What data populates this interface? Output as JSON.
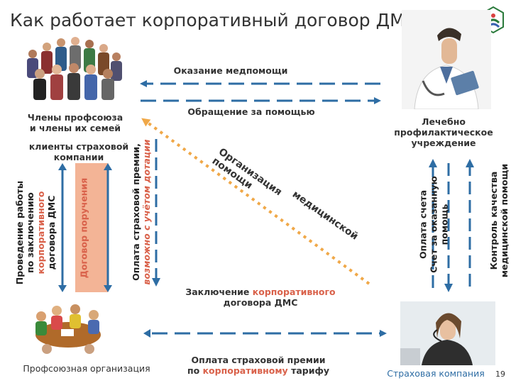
{
  "title": "Как работает корпоративный договор ДМС?",
  "labels": {
    "medical_help": "Оказание медпомощи",
    "request_help": "Обращение за помощью",
    "members_line1": "Члены профсоюза",
    "members_line2": "и члены их семей",
    "clients_line1": "клиенты страховой",
    "clients_line2": "компании",
    "clinic_line1": "Лечебно",
    "clinic_line2": "профилактическое",
    "clinic_line3": "учреждение",
    "organization_line1": "Организация",
    "organization_line2": "помощи",
    "organization_line3": "медицинской",
    "conclusion_prefix": "Заключение",
    "conclusion_highlight": "корпоративного",
    "conclusion_line2": "договора ДМС",
    "premium_line1": "Оплата страховой премии",
    "premium_prefix": "по",
    "premium_highlight": "корпоративному",
    "premium_suffix": "тарифу",
    "union_org": "Профсоюзная организация",
    "insurance_company": "Страховая компания",
    "page_number": "19",
    "vert_work_line1": "Проведение работы",
    "vert_work_line2": "по заключению",
    "vert_work_line3": "корпоративного",
    "vert_work_line4": "договора ДМС",
    "vert_assignment": "Договор поручения",
    "vert_premium_line1": "Оплата страховой премии,",
    "vert_premium_line2": "возможно с учётом дотации",
    "vert_invoice_line1": "Оплата счета",
    "vert_invoice_line2": "Счет за оказанную",
    "vert_invoice_line3": "помощь",
    "vert_quality_line1": "Контроль качества",
    "vert_quality_line2": "медицинской помощи"
  },
  "colors": {
    "arrow": "#2e6da4",
    "highlight": "#d9614a",
    "assignment_band": "#f3b496",
    "dashed_orange": "#f0a848"
  }
}
